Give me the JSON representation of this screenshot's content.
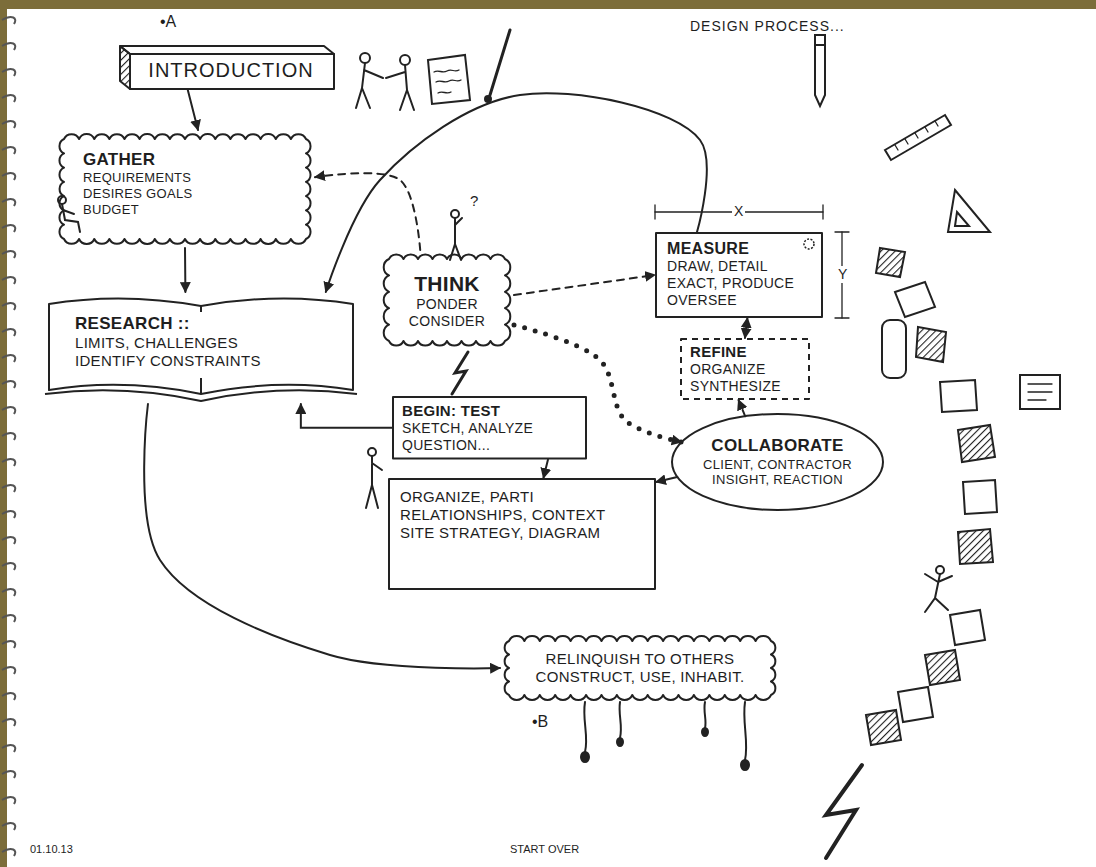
{
  "diagram": {
    "title": "DESIGN PROCESS...",
    "nodes": [
      {
        "text": [
          "INTRODUCTION"
        ]
      },
      {
        "text": [
          "GATHER",
          "REQUIREMENTS DESIRES GOALS BUDGET"
        ]
      },
      {
        "text": [
          "RESEARCH ::",
          "LIMITS, CHALLENGES IDENTIFY CONSTRAINTS"
        ]
      },
      {
        "text": [
          "THINK",
          "PONDER CONSIDER"
        ]
      },
      {
        "text": [
          "BEGIN: TEST",
          "SKETCH, ANALYZE QUESTION..."
        ]
      },
      {
        "text": [
          "ORGANIZE, PARTI RELATIONSHIPS, CONTEXT SITE STRATEGY, DIAGRAM"
        ]
      },
      {
        "text": [
          "MEASURE",
          "DRAW, DETAIL EXACT, PRODUCE OVERSEE"
        ]
      },
      {
        "text": [
          "REFINE",
          "ORGANIZE SYNTHESIZE"
        ]
      },
      {
        "text": [
          "COLLABORATE",
          "CLIENT, CONTRACTOR INSIGHT, REACTION"
        ]
      },
      {
        "text": [
          "RELINQUISH TO OTHERS",
          "CONSTRUCT, USE, INHABIT."
        ]
      }
    ],
    "edges": [
      {
        "from": 0,
        "to": 1,
        "arrow": "to"
      },
      {
        "from": 1,
        "to": 2,
        "arrow": "to"
      },
      {
        "from": 3,
        "to": 1,
        "arrow": "to"
      },
      {
        "from": 6,
        "to": 2,
        "arrow": "to"
      },
      {
        "from": 3,
        "to": 6,
        "arrow": "to"
      },
      {
        "from": 3,
        "to": 8,
        "arrow": "to"
      },
      {
        "from": 4,
        "to": 5,
        "arrow": "to"
      },
      {
        "from": 8,
        "to": 5,
        "arrow": "to"
      },
      {
        "from": 8,
        "to": 7,
        "arrow": "to"
      },
      {
        "from": 7,
        "to": 6,
        "arrow": "both"
      },
      {
        "from": 4,
        "to": 2,
        "arrow": "to"
      },
      {
        "from": 2,
        "to": 9,
        "arrow": "to"
      }
    ],
    "labels": [
      "•A",
      "X",
      "Y",
      "?",
      "•B",
      "01.10.13",
      "START OVER"
    ]
  }
}
